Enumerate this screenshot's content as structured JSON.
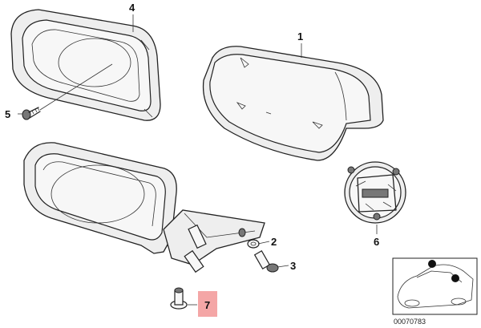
{
  "diagram": {
    "callouts": [
      {
        "id": "1",
        "label": "1"
      },
      {
        "id": "2",
        "label": "2"
      },
      {
        "id": "3",
        "label": "3"
      },
      {
        "id": "4",
        "label": "4"
      },
      {
        "id": "5",
        "label": "5"
      },
      {
        "id": "6",
        "label": "6"
      },
      {
        "id": "7",
        "label": "7",
        "highlighted": true
      }
    ],
    "diagram_number": "00070783"
  },
  "colors": {
    "highlight": "#f4a6a6",
    "line": "#222222",
    "background": "#ffffff"
  }
}
